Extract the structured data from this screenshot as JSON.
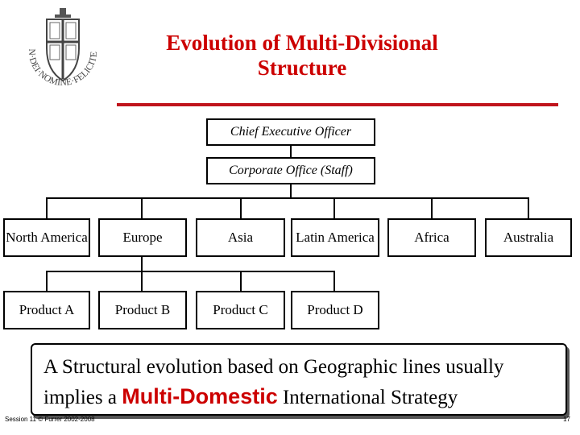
{
  "header": {
    "title_line1": "Evolution of Multi-Divisional",
    "title_line2": "Structure",
    "seal_text": "IN·DEI·NOMINE·FELICITER"
  },
  "org_chart": {
    "ceo": "Chief Executive Officer",
    "staff": "Corporate Office (Staff)",
    "regions": [
      "North America",
      "Europe",
      "Asia",
      "Latin America",
      "Africa",
      "Australia"
    ],
    "products": [
      "Product A",
      "Product B",
      "Product C",
      "Product D"
    ]
  },
  "callout": {
    "text_before": "A Structural evolution based on Geographic lines usually implies a",
    "emphasis": "Multi-Domestic",
    "text_after": "International Strategy"
  },
  "footer": {
    "session": "Session 11 © Furrer 2002-2008",
    "page_number": "17"
  },
  "colors": {
    "title": "#cc0000",
    "rule": "#c0141c",
    "emphasis": "#cc0000"
  }
}
